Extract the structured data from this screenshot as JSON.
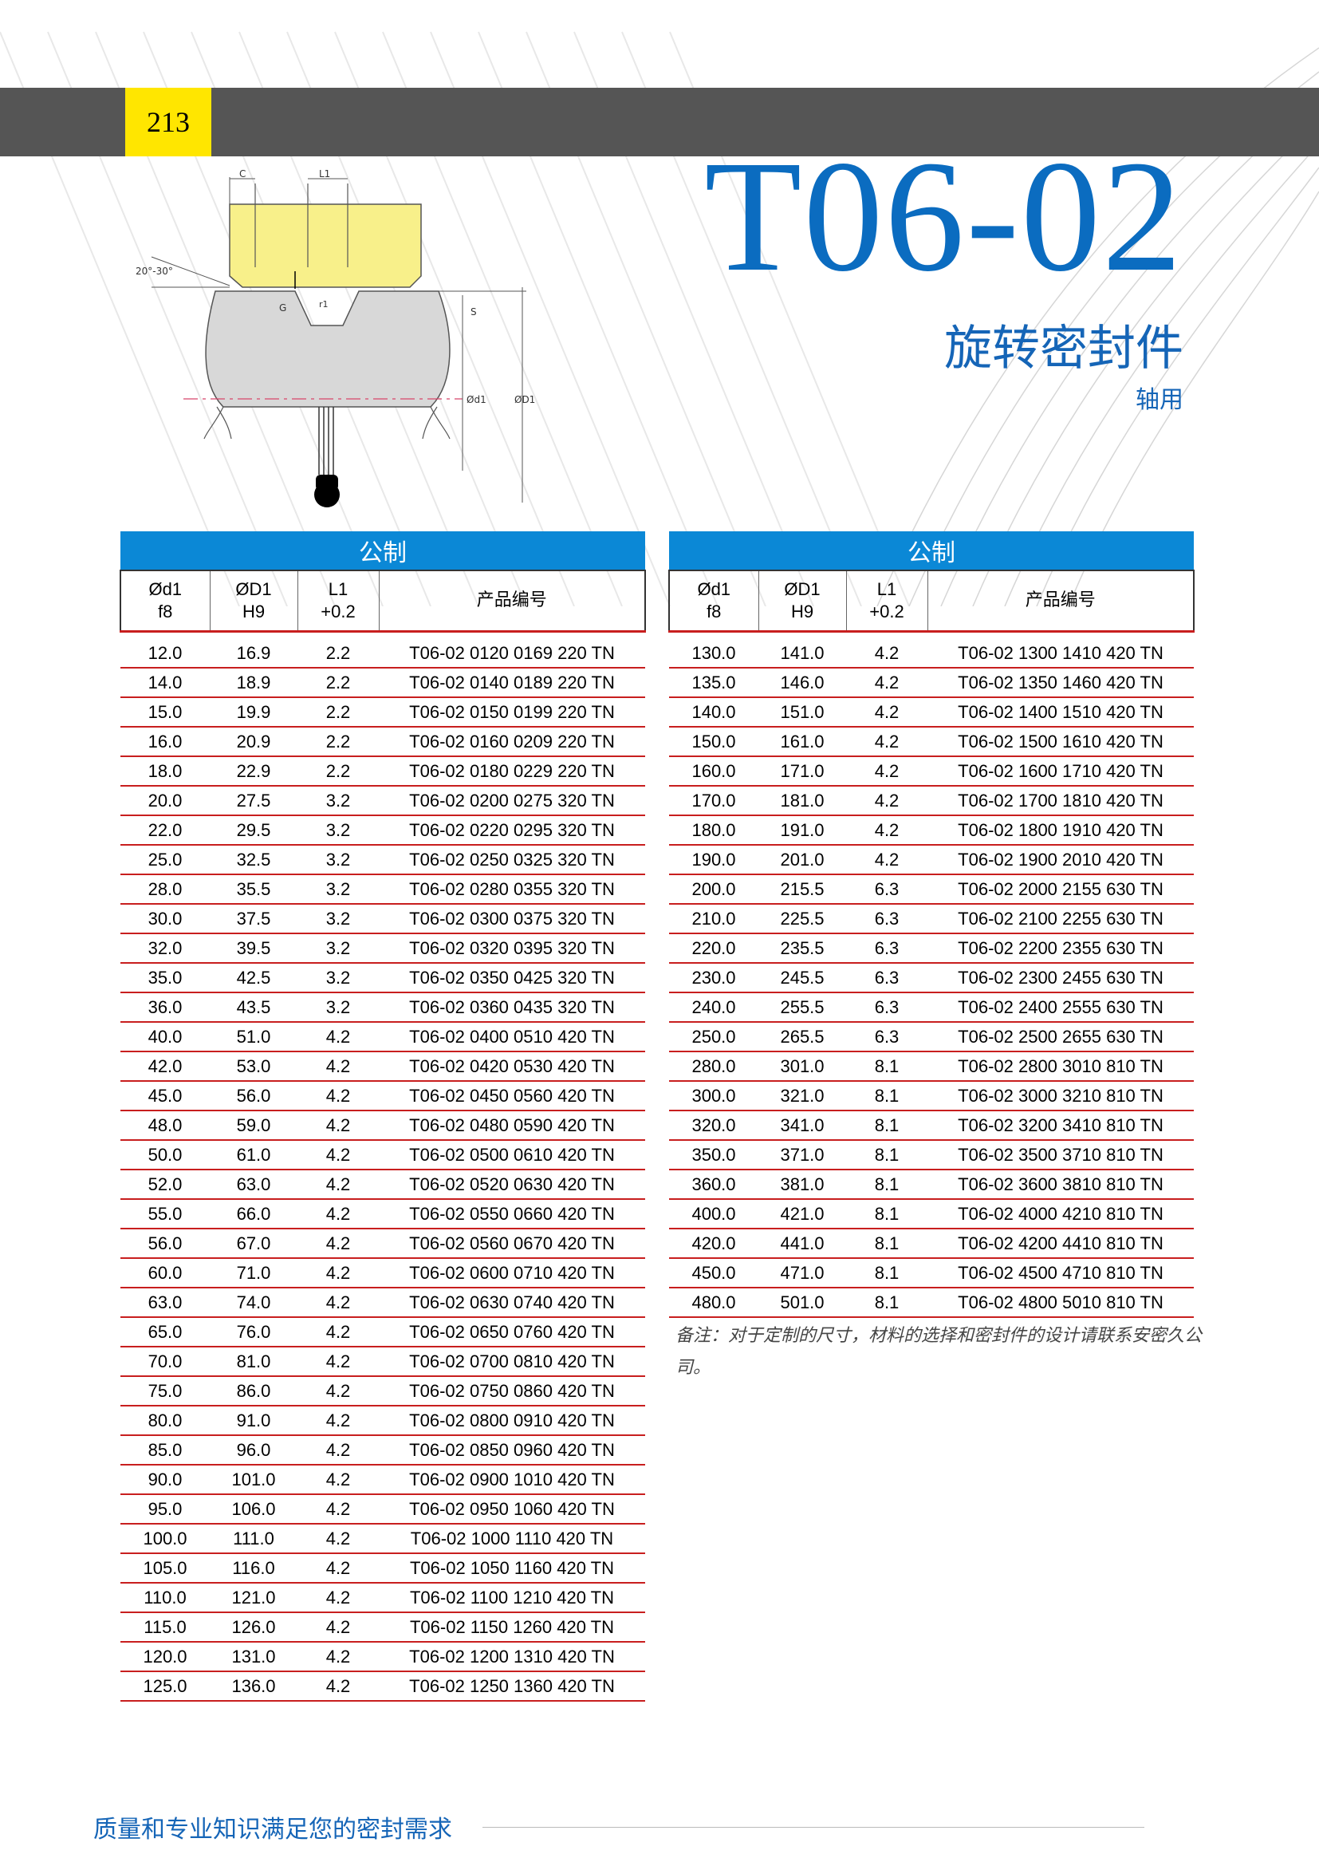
{
  "page_number": "213",
  "title": "T06-02",
  "subtitle": "旋转密封件",
  "sub_subtitle": "轴用",
  "colors": {
    "accent_blue": "#0b6cc0",
    "table_band": "#0b88d6",
    "row_rule": "#c81e1e",
    "page_tab": "#ffe600",
    "top_bar": "#555555"
  },
  "diagram": {
    "labels": {
      "c": "C",
      "l1": "L1",
      "angle": "20°-30°",
      "g": "G",
      "r1": "r1",
      "s": "S",
      "d1": "Ød1",
      "D1": "ØD1"
    }
  },
  "tables": [
    {
      "band": "公制",
      "headers": [
        {
          "line1": "Ød1",
          "line2": "f8"
        },
        {
          "line1": "ØD1",
          "line2": "H9"
        },
        {
          "line1": "L1",
          "line2": "+0.2"
        },
        {
          "line1": "产品编号",
          "line2": ""
        }
      ],
      "rows": [
        [
          "12.0",
          "16.9",
          "2.2",
          "T06-02 0120 0169 220 TN"
        ],
        [
          "14.0",
          "18.9",
          "2.2",
          "T06-02 0140 0189 220 TN"
        ],
        [
          "15.0",
          "19.9",
          "2.2",
          "T06-02 0150 0199 220 TN"
        ],
        [
          "16.0",
          "20.9",
          "2.2",
          "T06-02 0160 0209 220 TN"
        ],
        [
          "18.0",
          "22.9",
          "2.2",
          "T06-02 0180 0229 220 TN"
        ],
        [
          "20.0",
          "27.5",
          "3.2",
          "T06-02 0200 0275 320 TN"
        ],
        [
          "22.0",
          "29.5",
          "3.2",
          "T06-02 0220 0295 320 TN"
        ],
        [
          "25.0",
          "32.5",
          "3.2",
          "T06-02 0250 0325 320 TN"
        ],
        [
          "28.0",
          "35.5",
          "3.2",
          "T06-02 0280 0355 320 TN"
        ],
        [
          "30.0",
          "37.5",
          "3.2",
          "T06-02 0300 0375 320 TN"
        ],
        [
          "32.0",
          "39.5",
          "3.2",
          "T06-02 0320 0395 320 TN"
        ],
        [
          "35.0",
          "42.5",
          "3.2",
          "T06-02 0350 0425 320 TN"
        ],
        [
          "36.0",
          "43.5",
          "3.2",
          "T06-02 0360 0435 320 TN"
        ],
        [
          "40.0",
          "51.0",
          "4.2",
          "T06-02 0400 0510 420 TN"
        ],
        [
          "42.0",
          "53.0",
          "4.2",
          "T06-02 0420 0530 420 TN"
        ],
        [
          "45.0",
          "56.0",
          "4.2",
          "T06-02 0450 0560 420 TN"
        ],
        [
          "48.0",
          "59.0",
          "4.2",
          "T06-02 0480 0590 420 TN"
        ],
        [
          "50.0",
          "61.0",
          "4.2",
          "T06-02 0500 0610 420 TN"
        ],
        [
          "52.0",
          "63.0",
          "4.2",
          "T06-02 0520 0630 420 TN"
        ],
        [
          "55.0",
          "66.0",
          "4.2",
          "T06-02 0550 0660 420 TN"
        ],
        [
          "56.0",
          "67.0",
          "4.2",
          "T06-02 0560 0670 420 TN"
        ],
        [
          "60.0",
          "71.0",
          "4.2",
          "T06-02 0600 0710 420 TN"
        ],
        [
          "63.0",
          "74.0",
          "4.2",
          "T06-02 0630 0740 420 TN"
        ],
        [
          "65.0",
          "76.0",
          "4.2",
          "T06-02 0650 0760 420 TN"
        ],
        [
          "70.0",
          "81.0",
          "4.2",
          "T06-02 0700 0810 420 TN"
        ],
        [
          "75.0",
          "86.0",
          "4.2",
          "T06-02 0750 0860 420 TN"
        ],
        [
          "80.0",
          "91.0",
          "4.2",
          "T06-02 0800 0910 420 TN"
        ],
        [
          "85.0",
          "96.0",
          "4.2",
          "T06-02 0850 0960 420 TN"
        ],
        [
          "90.0",
          "101.0",
          "4.2",
          "T06-02 0900 1010 420 TN"
        ],
        [
          "95.0",
          "106.0",
          "4.2",
          "T06-02 0950 1060 420 TN"
        ],
        [
          "100.0",
          "111.0",
          "4.2",
          "T06-02 1000 1110 420 TN"
        ],
        [
          "105.0",
          "116.0",
          "4.2",
          "T06-02 1050 1160 420 TN"
        ],
        [
          "110.0",
          "121.0",
          "4.2",
          "T06-02 1100 1210 420 TN"
        ],
        [
          "115.0",
          "126.0",
          "4.2",
          "T06-02 1150 1260 420 TN"
        ],
        [
          "120.0",
          "131.0",
          "4.2",
          "T06-02 1200 1310 420 TN"
        ],
        [
          "125.0",
          "136.0",
          "4.2",
          "T06-02 1250 1360 420 TN"
        ]
      ]
    },
    {
      "band": "公制",
      "headers": [
        {
          "line1": "Ød1",
          "line2": "f8"
        },
        {
          "line1": "ØD1",
          "line2": "H9"
        },
        {
          "line1": "L1",
          "line2": "+0.2"
        },
        {
          "line1": "产品编号",
          "line2": ""
        }
      ],
      "rows": [
        [
          "130.0",
          "141.0",
          "4.2",
          "T06-02 1300 1410 420 TN"
        ],
        [
          "135.0",
          "146.0",
          "4.2",
          "T06-02 1350 1460 420 TN"
        ],
        [
          "140.0",
          "151.0",
          "4.2",
          "T06-02 1400 1510 420 TN"
        ],
        [
          "150.0",
          "161.0",
          "4.2",
          "T06-02 1500 1610 420 TN"
        ],
        [
          "160.0",
          "171.0",
          "4.2",
          "T06-02 1600 1710 420 TN"
        ],
        [
          "170.0",
          "181.0",
          "4.2",
          "T06-02 1700 1810 420 TN"
        ],
        [
          "180.0",
          "191.0",
          "4.2",
          "T06-02 1800 1910 420 TN"
        ],
        [
          "190.0",
          "201.0",
          "4.2",
          "T06-02 1900 2010 420 TN"
        ],
        [
          "200.0",
          "215.5",
          "6.3",
          "T06-02 2000 2155 630 TN"
        ],
        [
          "210.0",
          "225.5",
          "6.3",
          "T06-02 2100 2255 630 TN"
        ],
        [
          "220.0",
          "235.5",
          "6.3",
          "T06-02 2200 2355 630 TN"
        ],
        [
          "230.0",
          "245.5",
          "6.3",
          "T06-02 2300 2455 630 TN"
        ],
        [
          "240.0",
          "255.5",
          "6.3",
          "T06-02 2400 2555 630 TN"
        ],
        [
          "250.0",
          "265.5",
          "6.3",
          "T06-02 2500 2655 630 TN"
        ],
        [
          "280.0",
          "301.0",
          "8.1",
          "T06-02 2800 3010 810 TN"
        ],
        [
          "300.0",
          "321.0",
          "8.1",
          "T06-02 3000 3210 810 TN"
        ],
        [
          "320.0",
          "341.0",
          "8.1",
          "T06-02 3200 3410 810 TN"
        ],
        [
          "350.0",
          "371.0",
          "8.1",
          "T06-02 3500 3710 810 TN"
        ],
        [
          "360.0",
          "381.0",
          "8.1",
          "T06-02 3600 3810 810 TN"
        ],
        [
          "400.0",
          "421.0",
          "8.1",
          "T06-02 4000 4210 810 TN"
        ],
        [
          "420.0",
          "441.0",
          "8.1",
          "T06-02 4200 4410 810 TN"
        ],
        [
          "450.0",
          "471.0",
          "8.1",
          "T06-02 4500 4710 810 TN"
        ],
        [
          "480.0",
          "501.0",
          "8.1",
          "T06-02 4800 5010 810 TN"
        ]
      ]
    }
  ],
  "note": "备注：对于定制的尺寸，材料的选择和密封件的设计请联系安密久公司。",
  "footer": "质量和专业知识满足您的密封需求"
}
